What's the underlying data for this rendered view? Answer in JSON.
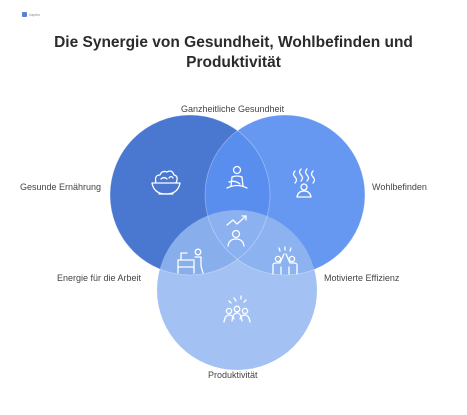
{
  "brand": {
    "name": "napkin"
  },
  "title": {
    "line1": "Die Synergie von Gesundheit, Wohlbefinden und",
    "line2": "Produktivität"
  },
  "labels": {
    "top": "Ganzheitliche Gesundheit",
    "left": "Gesunde Ernährung",
    "right": "Wohlbefinden",
    "lower_left": "Energie für die Arbeit",
    "lower_right": "Motivierte Effizienz",
    "bottom": "Produktivität"
  },
  "colors": {
    "circle_left": "#4a78d0",
    "circle_right": "#5a8ff0",
    "circle_bottom": "#94b7f0",
    "icon_stroke": "#ffffff"
  },
  "icons": {
    "left": "salad-bowl-icon",
    "right": "meditation-calm-icon",
    "top_overlap": "yoga-person-icon",
    "center": "growth-person-icon",
    "lower_left_overlap": "desk-worker-icon",
    "lower_right_overlap": "high-five-icon",
    "bottom": "team-celebration-icon"
  }
}
